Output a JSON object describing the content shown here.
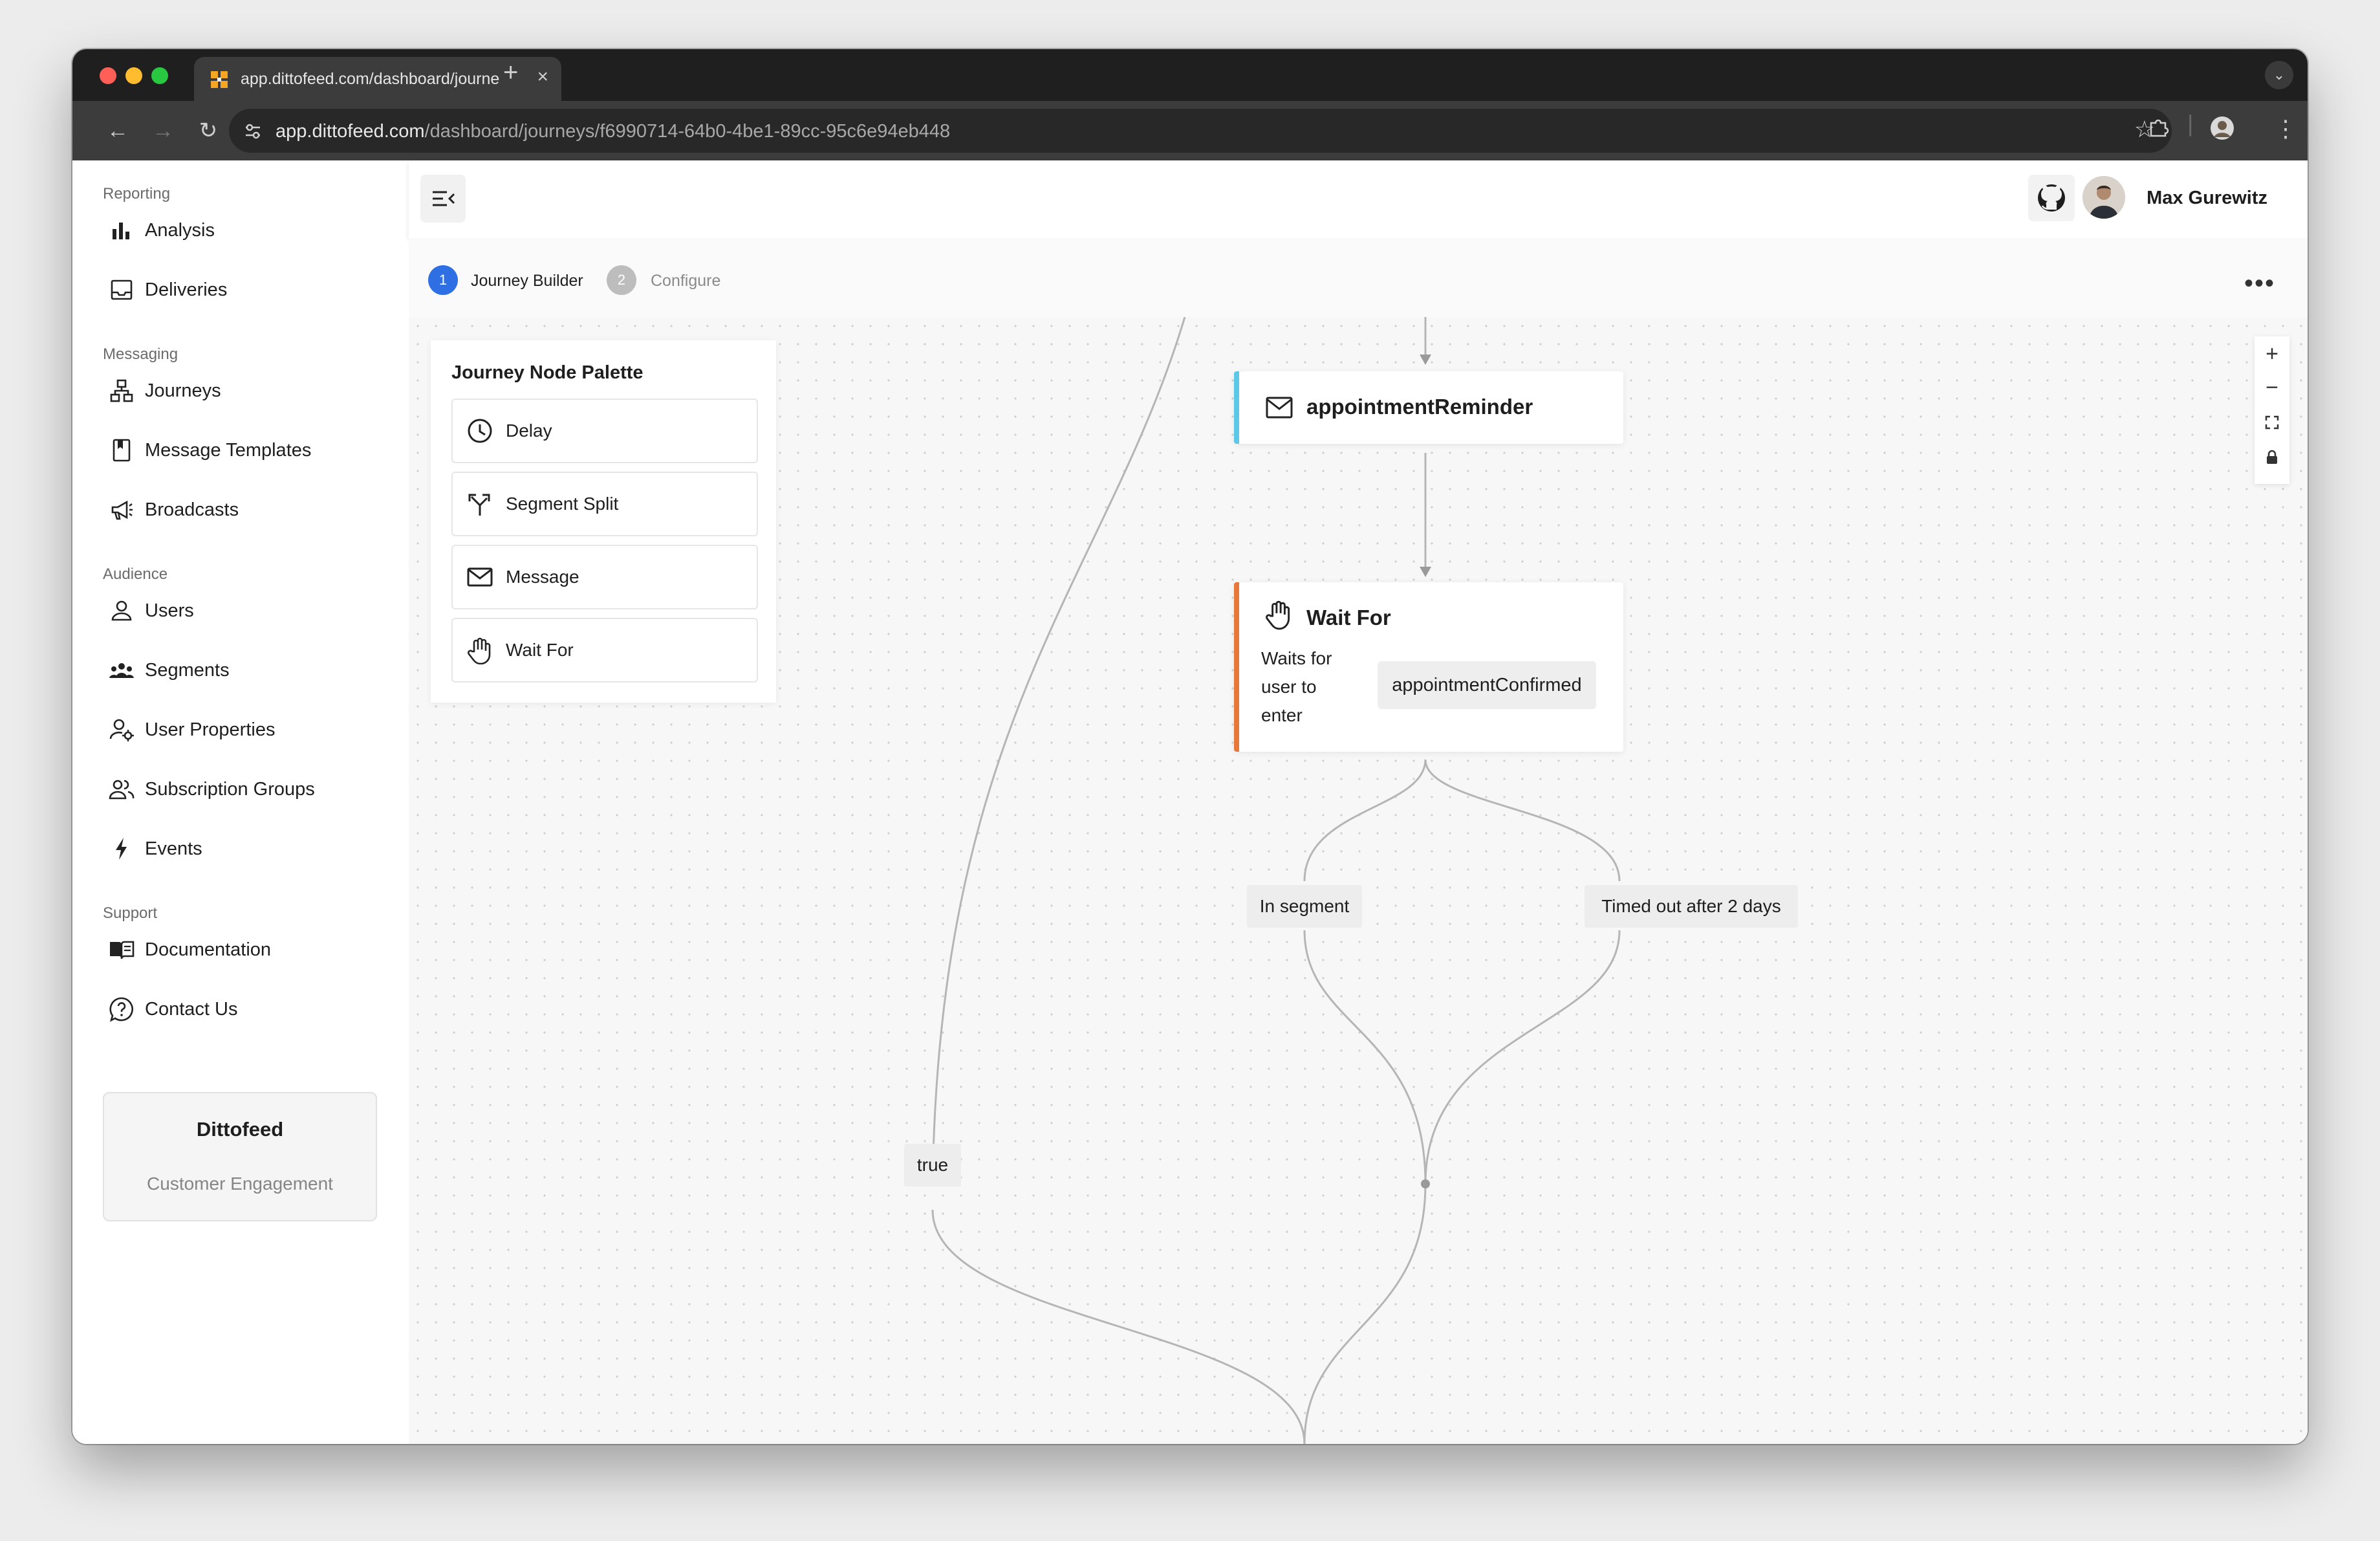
{
  "browser": {
    "tab_title": "app.dittofeed.com/dashboard/journeys",
    "url_host": "app.dittofeed.com",
    "url_path": "/dashboard/journeys/f6990714-64b0-4be1-89cc-95c6e94eb448"
  },
  "sidebar": {
    "sections": [
      {
        "heading": "Reporting",
        "items": [
          {
            "label": "Analysis",
            "icon": "bar-chart-icon"
          },
          {
            "label": "Deliveries",
            "icon": "inbox-icon"
          }
        ]
      },
      {
        "heading": "Messaging",
        "items": [
          {
            "label": "Journeys",
            "icon": "hierarchy-icon"
          },
          {
            "label": "Message Templates",
            "icon": "book-icon"
          },
          {
            "label": "Broadcasts",
            "icon": "megaphone-icon"
          }
        ]
      },
      {
        "heading": "Audience",
        "items": [
          {
            "label": "Users",
            "icon": "user-icon"
          },
          {
            "label": "Segments",
            "icon": "users-group-icon"
          },
          {
            "label": "User Properties",
            "icon": "user-settings-icon"
          },
          {
            "label": "Subscription Groups",
            "icon": "users-icon"
          },
          {
            "label": "Events",
            "icon": "lightning-icon"
          }
        ]
      },
      {
        "heading": "Support",
        "items": [
          {
            "label": "Documentation",
            "icon": "open-book-icon"
          },
          {
            "label": "Contact Us",
            "icon": "question-icon"
          }
        ]
      }
    ],
    "brand": {
      "name": "Dittofeed",
      "subtitle": "Customer Engagement"
    }
  },
  "header": {
    "user_name": "Max Gurewitz"
  },
  "steps": [
    {
      "number": "1",
      "label": "Journey Builder",
      "active": true
    },
    {
      "number": "2",
      "label": "Configure",
      "active": false
    }
  ],
  "palette": {
    "title": "Journey Node Palette",
    "items": [
      {
        "label": "Delay",
        "icon": "clock-icon"
      },
      {
        "label": "Segment Split",
        "icon": "split-arrow-icon"
      },
      {
        "label": "Message",
        "icon": "mail-icon"
      },
      {
        "label": "Wait For",
        "icon": "hand-icon"
      }
    ]
  },
  "nodes": {
    "message": {
      "title": "appointmentReminder",
      "icon": "mail-icon",
      "accent": "#5bc8e8"
    },
    "wait_for": {
      "title": "Wait For",
      "description": "Waits for user to enter",
      "segment": "appointmentConfirmed",
      "icon": "hand-icon",
      "accent": "#e8773a"
    }
  },
  "edge_labels": {
    "in_segment": "In segment",
    "timed_out": "Timed out after 2 days",
    "true_branch": "true"
  },
  "colors": {
    "step_active": "#2f6fe4",
    "step_inactive": "#bdbdbd"
  }
}
